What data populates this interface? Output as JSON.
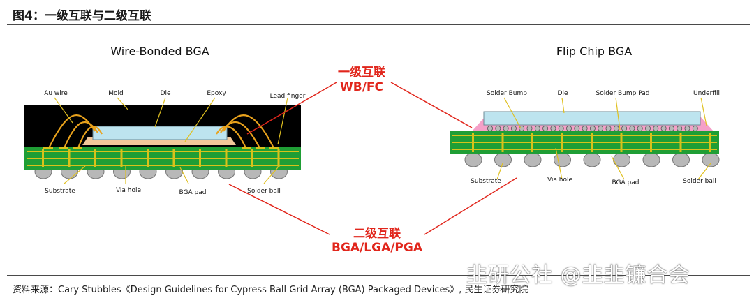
{
  "figure": {
    "title": "图4：一级互联与二级互联",
    "source": "资料来源：Cary Stubbles《Design Guidelines for Cypress Ball Grid Array (BGA) Packaged Devices》, 民生证券研究院",
    "watermark": "韭研公社 @韭韭镰合会"
  },
  "left_panel": {
    "title": "Wire-Bonded BGA",
    "labels": {
      "au_wire": "Au wire",
      "mold": "Mold",
      "die": "Die",
      "epoxy": "Epoxy",
      "lead_finger": "Lead finger",
      "substrate": "Substrate",
      "via_hole": "Via hole",
      "bga_pad": "BGA pad",
      "solder_ball": "Solder ball"
    }
  },
  "right_panel": {
    "title": "Flip Chip BGA",
    "labels": {
      "solder_bump": "Solder Bump",
      "die": "Die",
      "solder_bump_pad": "Solder Bump Pad",
      "underfill": "Underfill",
      "substrate": "Substrate",
      "via_hole": "Via hole",
      "bga_pad": "BGA pad",
      "solder_ball": "Solder ball"
    }
  },
  "callouts": {
    "first_level": {
      "line1": "一级互联",
      "line2": "WB/FC"
    },
    "second_level": {
      "line1": "二级互联",
      "line2": "BGA/LGA/PGA"
    }
  },
  "colors": {
    "mold": "#000000",
    "die": "#bde4ef",
    "epoxy": "#f2c89a",
    "substrate": "#1f9e35",
    "trace": "#d8c21a",
    "ball": "#b8b8b8",
    "underfill": "#f5a0c8",
    "accent": "#e1261c"
  }
}
